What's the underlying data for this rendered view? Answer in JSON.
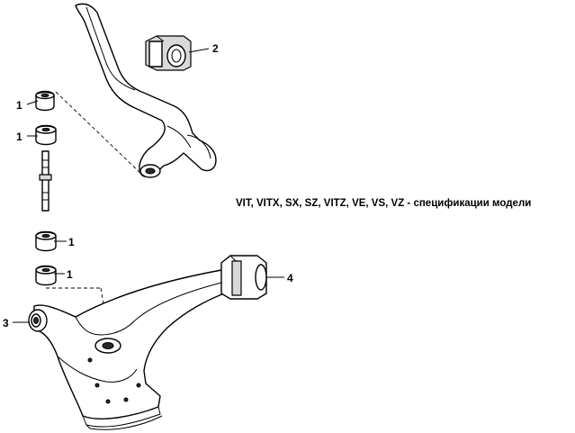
{
  "caption": "VIT, VITX, SX, SZ, VITZ, VE, VS, VZ - спецификации модели",
  "callouts": {
    "bushing_top_1": "1",
    "bushing_top_2": "1",
    "bushing_bottom_1": "1",
    "bushing_bottom_2": "1",
    "stabilizer_bushing": "2",
    "arm_front_bushing": "3",
    "arm_rear_bushing": "4"
  }
}
